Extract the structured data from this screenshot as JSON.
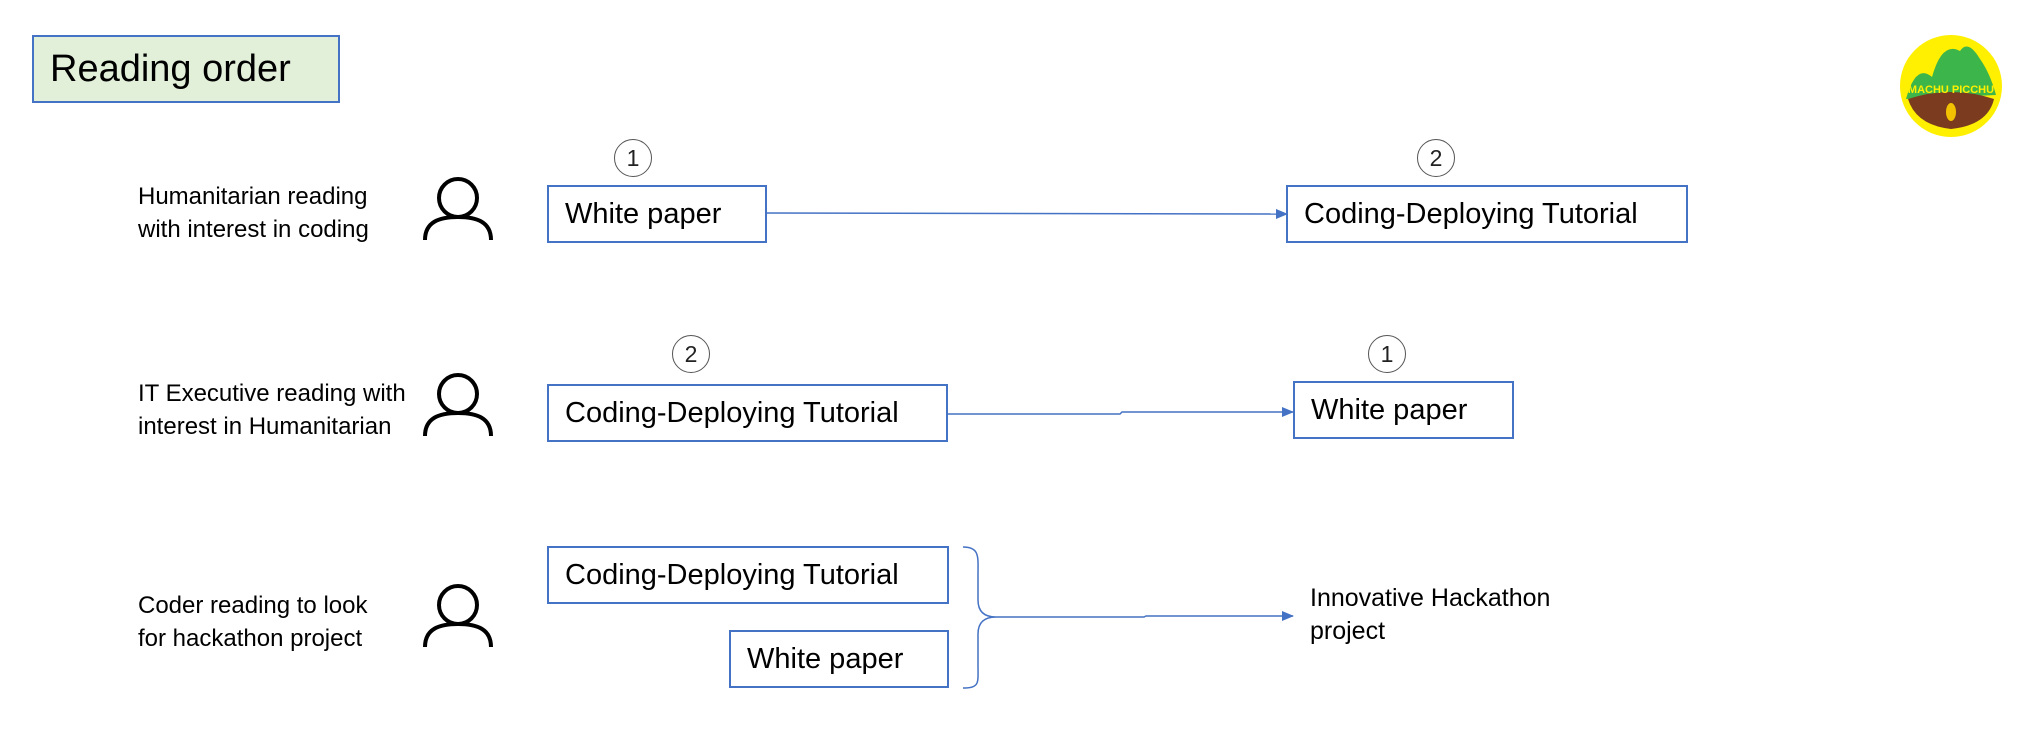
{
  "title": "Reading order",
  "logo": {
    "text": "MACHU PICCHU",
    "colors": {
      "ring": "#ffef00",
      "mountain": "#3cb54a",
      "earth": "#7a3b1e"
    }
  },
  "colors": {
    "accent": "#4472c4",
    "title_bg": "#e2efd9"
  },
  "rows": [
    {
      "persona": [
        "Humanitarian reading",
        "with interest in coding"
      ],
      "icon": "person-icon",
      "first": {
        "label": "White paper",
        "step": "1"
      },
      "second": {
        "label": "Coding-Deploying Tutorial",
        "step": "2"
      }
    },
    {
      "persona": [
        "IT Executive reading with",
        "interest in Humanitarian"
      ],
      "icon": "person-icon",
      "first": {
        "label": "Coding-Deploying Tutorial",
        "step": "2"
      },
      "second": {
        "label": "White paper",
        "step": "1"
      }
    },
    {
      "persona": [
        "Coder reading to look",
        "for hackathon project"
      ],
      "icon": "person-icon",
      "inputs": [
        "Coding-Deploying Tutorial",
        "White paper"
      ],
      "result": [
        "Innovative Hackathon",
        "project"
      ]
    }
  ]
}
